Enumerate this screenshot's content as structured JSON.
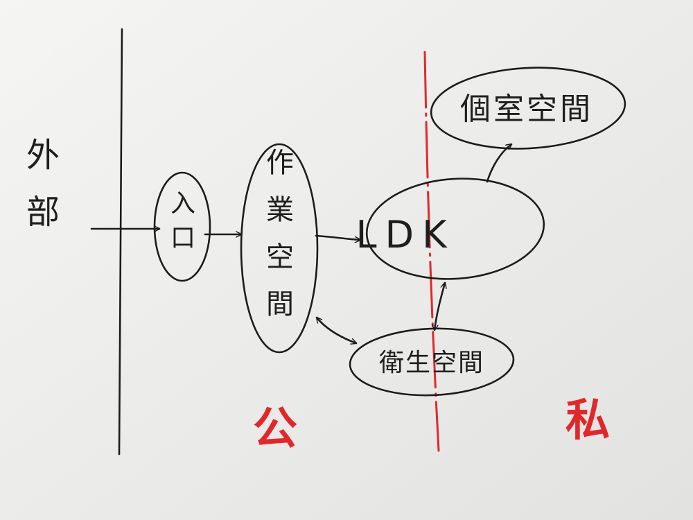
{
  "labels": {
    "outside": "外部",
    "entrance": "入口",
    "work_space": "作業空間",
    "ldk": "LDK",
    "private_room": "個室空間",
    "sanitary": "衛生空間",
    "public": "公",
    "private": "私"
  },
  "colors": {
    "ink": "#1c1c1c",
    "divider_red": "#e0282c",
    "paper": "#f2f2f0"
  }
}
